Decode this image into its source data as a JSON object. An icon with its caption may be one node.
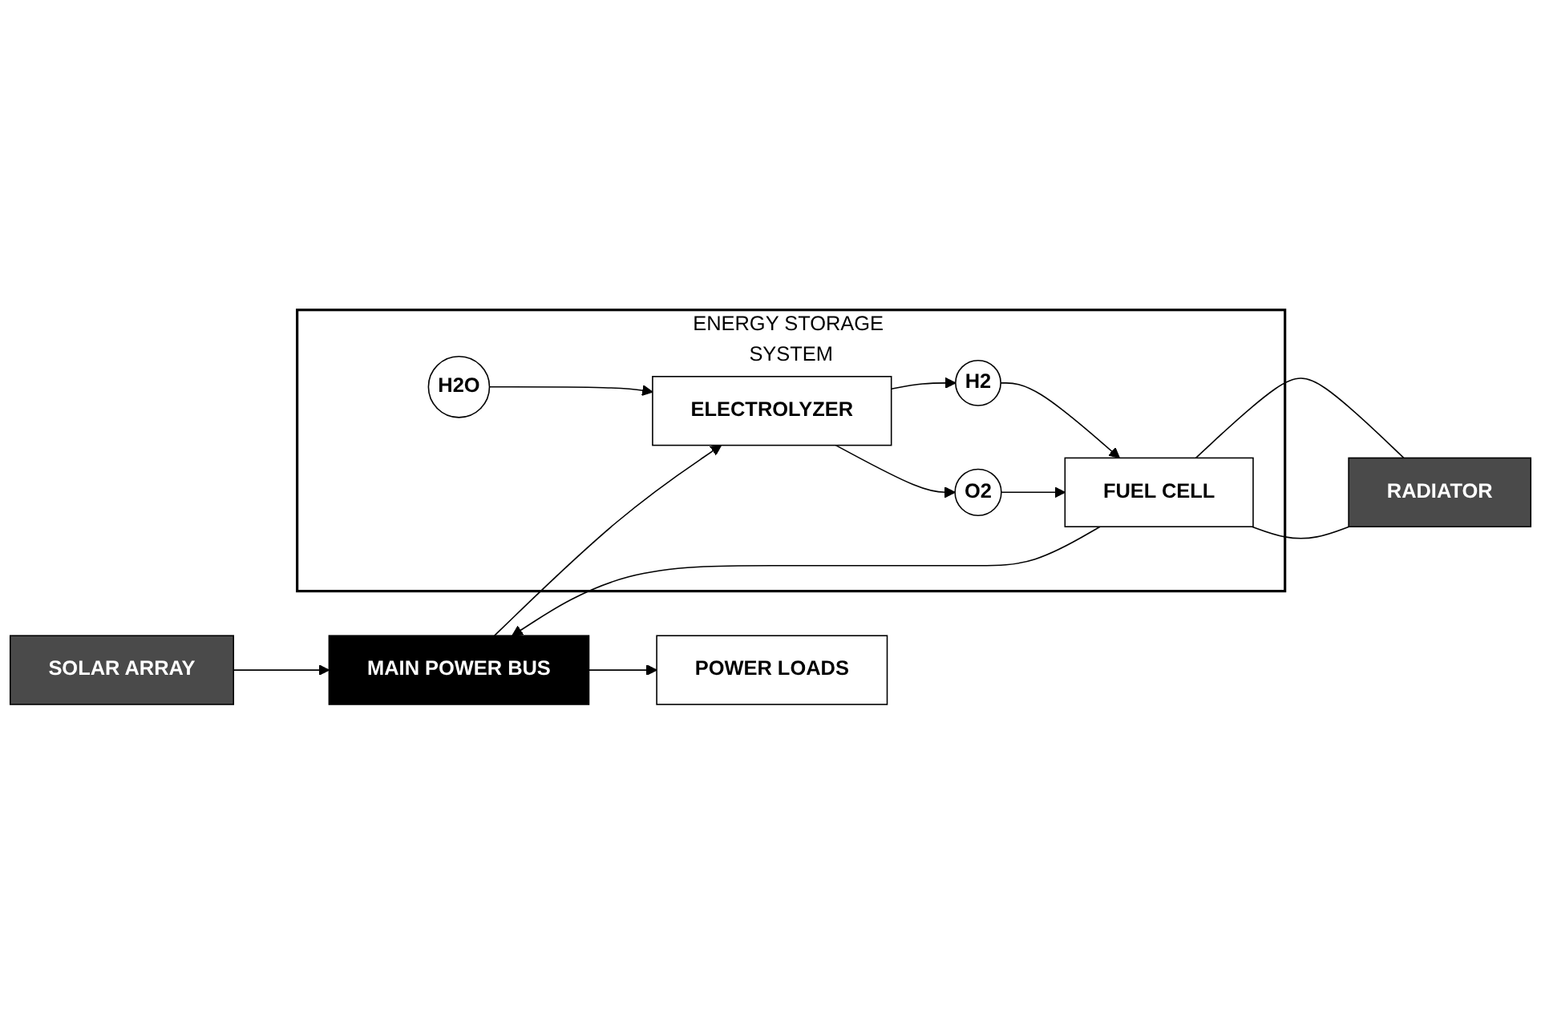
{
  "diagram": {
    "nodes": [
      {
        "text": [
          "SOLAR ARRAY"
        ]
      },
      {
        "text": [
          "MAIN POWER BUS"
        ]
      },
      {
        "text": [
          "ENERGY STORAGE SYSTEM"
        ]
      },
      {
        "text": [
          "H2O"
        ],
        "in": 2
      },
      {
        "text": [
          "ELECTROLYZER"
        ],
        "in": 2
      },
      {
        "text": [
          "H2"
        ],
        "in": 2
      },
      {
        "text": [
          "O2"
        ],
        "in": 2
      },
      {
        "text": [
          "FUEL CELL"
        ],
        "in": 2
      },
      {
        "text": [
          "POWER LOADS"
        ]
      },
      {
        "text": [
          "RADIATOR"
        ]
      }
    ],
    "edges": [
      {
        "from": 0,
        "to": 1,
        "arrow": "to"
      },
      {
        "from": 1,
        "to": 4,
        "arrow": "to"
      },
      {
        "from": 3,
        "to": 4,
        "arrow": "to"
      },
      {
        "from": 4,
        "to": 5,
        "arrow": "to"
      },
      {
        "from": 4,
        "to": 6,
        "arrow": "to"
      },
      {
        "from": 5,
        "to": 7,
        "arrow": "to"
      },
      {
        "from": 6,
        "to": 7,
        "arrow": "to"
      },
      {
        "from": 7,
        "to": 1,
        "arrow": "to"
      },
      {
        "from": 1,
        "to": 8,
        "arrow": "to"
      },
      {
        "from": 7,
        "to": 9,
        "arrow": "none"
      },
      {
        "from": 7,
        "to": 9,
        "arrow": "none"
      }
    ]
  }
}
